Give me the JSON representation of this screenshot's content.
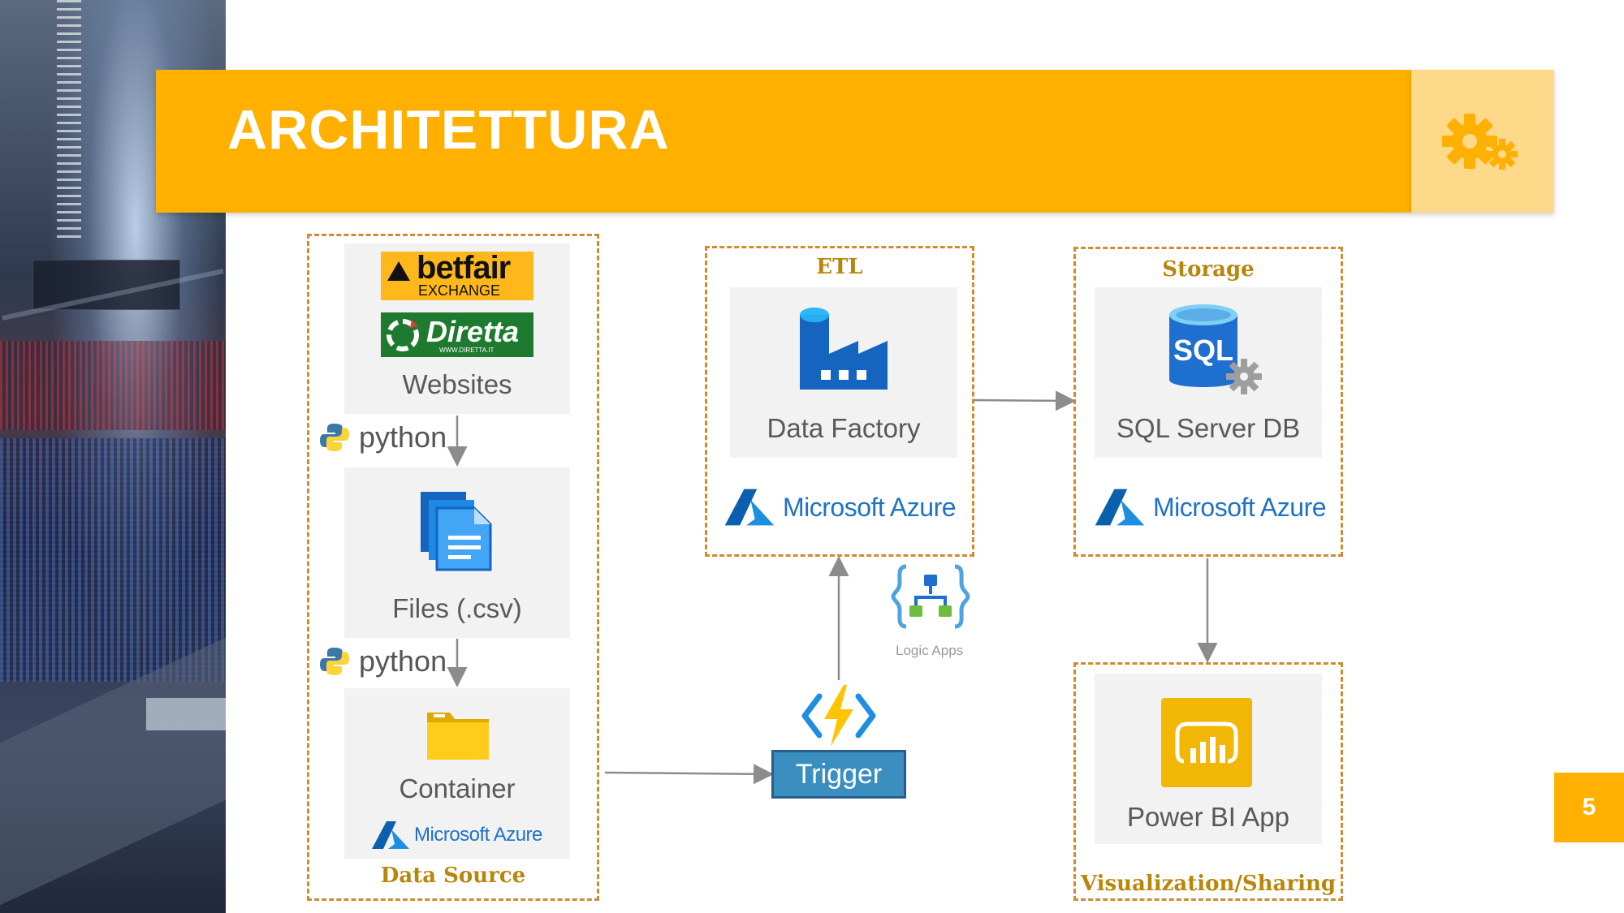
{
  "slide": {
    "title": "ARCHITETTURA",
    "page_number": "5"
  },
  "data_source": {
    "group_label": "Data Source",
    "websites_label": "Websites",
    "betfair_logo": {
      "line1": "betfair",
      "line2": "EXCHANGE"
    },
    "diretta_logo": {
      "text": "Diretta",
      "subtext": "WWW.DIRETTA.IT"
    },
    "files_label": "Files (.csv)",
    "container_label": "Container",
    "python_label_1": "python",
    "python_label_2": "python",
    "azure_label": "Microsoft Azure"
  },
  "etl": {
    "group_label": "ETL",
    "card_label": "Data Factory",
    "azure_label": "Microsoft Azure"
  },
  "storage": {
    "group_label": "Storage",
    "card_label": "SQL Server DB",
    "sql_icon_text": "SQL",
    "azure_label": "Microsoft Azure"
  },
  "visualization": {
    "group_label": "Visualization/Sharing",
    "card_label": "Power BI App"
  },
  "trigger": {
    "label": "Trigger"
  },
  "logic_apps": {
    "label": "Logic Apps"
  },
  "colors": {
    "accent": "#FFB000",
    "accent_light": "#FFD98A",
    "dashed_border": "#D08B2E",
    "group_label": "#B8860B",
    "azure_blue": "#1E72C8",
    "trigger_blue": "#3A8FC0"
  },
  "icons": [
    "gears-icon",
    "python-icon",
    "files-icon",
    "folder-icon",
    "data-factory-icon",
    "sql-database-icon",
    "power-bi-icon",
    "azure-logo-icon",
    "azure-function-icon",
    "logic-apps-icon"
  ]
}
